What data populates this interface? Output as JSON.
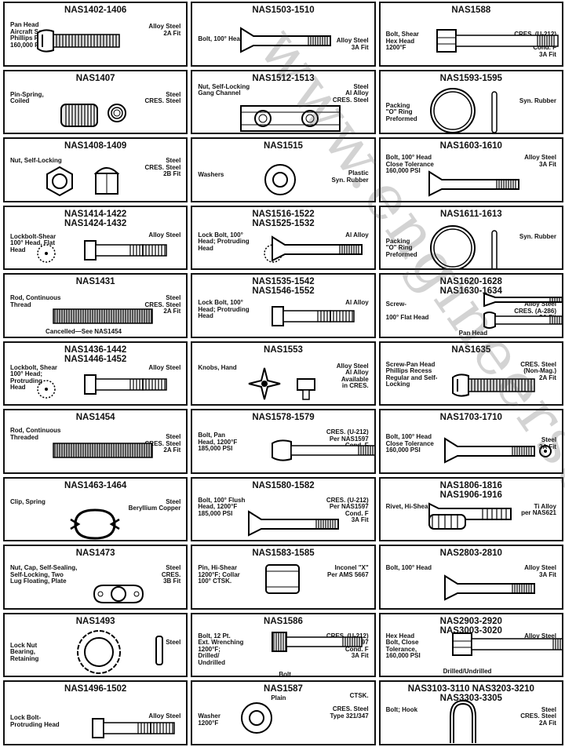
{
  "watermark": "www.engineersedge.com",
  "cells": [
    {
      "code": "NAS1402-1406",
      "desc": "Pan Head\nAircraft Screw\nPhillips Recess\n160,000 PSI",
      "mat": "Alloy Steel\n2A Fit",
      "notes": [],
      "icons": [
        "screw-icon"
      ]
    },
    {
      "code": "NAS1503-1510",
      "desc": "Bolt, 100° Head,",
      "mat": "Alloy Steel\n3A Fit",
      "notes": [],
      "icons": [
        "countersunk-bolt-icon"
      ]
    },
    {
      "code": "NAS1588",
      "desc": "Bolt, Shear\nHex Head\n1200°F",
      "mat": "CRES. (U-212)\nPer NAS1597\nCond. F\n3A Fit",
      "notes": [],
      "icons": [
        "hex-bolt-icon"
      ]
    },
    {
      "code": "NAS1407",
      "desc": "Pin-Spring,\nCoiled",
      "mat": "Steel\nCRES. Steel",
      "notes": [],
      "icons": [
        "coiled-pin-icon",
        "coil-end-icon"
      ]
    },
    {
      "code": "NAS1512-1513",
      "desc": "Nut, Self-Locking\nGang Channel",
      "mat": "Steel\nAl Alloy\nCRES. Steel",
      "notes": [],
      "icons": [
        "gang-channel-icon"
      ]
    },
    {
      "code": "NAS1593-1595",
      "desc": "Packing\n\"O\" Ring\nPreformed",
      "mat": "Syn. Rubber",
      "notes": [],
      "icons": [
        "o-ring-icon",
        "o-ring-edge-icon"
      ]
    },
    {
      "code": "NAS1408-1409",
      "desc": "Nut, Self-Locking",
      "mat": "Steel\nCRES. Steel\n2B Fit",
      "notes": [],
      "icons": [
        "hex-nut-icon",
        "cap-nut-icon"
      ]
    },
    {
      "code": "NAS1515",
      "desc": "Washers",
      "mat": "Plastic\nSyn. Rubber",
      "notes": [],
      "icons": [
        "washer-icon"
      ]
    },
    {
      "code": "NAS1603-1610",
      "desc": "Bolt, 100° Head\nClose Tolerance\n160,000 PSI",
      "mat": "Alloy Steel\n3A Fit",
      "notes": [],
      "icons": [
        "countersunk-bolt-icon"
      ]
    },
    {
      "code": "NAS1414-1422\nNAS1424-1432",
      "desc": "Lockbolt-Shear\n100° Head, Flat\nHead",
      "mat": "Alloy Steel",
      "notes": [],
      "icons": [
        "lockbolt-end-icon",
        "lockbolt-icon"
      ]
    },
    {
      "code": "NAS1516-1522\nNAS1525-1532",
      "desc": "Lock Bolt, 100°\nHead; Protruding\nHead",
      "mat": "Al Alloy",
      "notes": [],
      "icons": [
        "lockbolt-end-icon",
        "countersunk-bolt-icon"
      ]
    },
    {
      "code": "NAS1611-1613",
      "desc": "Packing\n\"O\" Ring\nPreformed",
      "mat": "Syn. Rubber",
      "notes": [],
      "icons": [
        "o-ring-icon",
        "o-ring-edge-icon"
      ]
    },
    {
      "code": "NAS1431",
      "desc": "Rod, Continuous\nThread",
      "mat": "Steel\nCRES. Steel\n2A Fit",
      "notes": [
        "Cancelled—See NAS1454"
      ],
      "icons": [
        "threaded-rod-icon"
      ]
    },
    {
      "code": "NAS1535-1542\nNAS1546-1552",
      "desc": "Lock Bolt, 100°\nHead; Protruding\nHead",
      "mat": "Al Alloy",
      "notes": [],
      "icons": [
        "lockbolt-icon"
      ]
    },
    {
      "code": "NAS1620-1628\nNAS1630-1634",
      "desc": "Screw-\n\n100° Flat Head",
      "mat": "Alloy Steel\nCRES. (A-286)\n3A Fit",
      "notes": [
        "Pan Head"
      ],
      "icons": [
        "countersunk-screw-icon",
        "pan-screw-icon"
      ]
    },
    {
      "code": "NAS1436-1442\nNAS1446-1452",
      "desc": "Lockbolt, Shear\n100° Head;\nProtruding\nHead",
      "mat": "Alloy Steel",
      "notes": [],
      "icons": [
        "lockbolt-end-icon",
        "lockbolt-icon"
      ]
    },
    {
      "code": "NAS1553",
      "desc": "Knobs, Hand",
      "mat": "Alloy Steel\nAl Alloy\nAvailable\nin CRES.",
      "notes": [],
      "icons": [
        "star-knob-icon",
        "wing-knob-icon"
      ]
    },
    {
      "code": "NAS1635",
      "desc": "Screw-Pan Head\nPhillips Recess\nRegular and Self-\nLocking",
      "mat": "CRES. Steel\n(Non-Mag.)\n2A Fit",
      "notes": [],
      "icons": [
        "screw-icon"
      ]
    },
    {
      "code": "NAS1454",
      "desc": "Rod, Continuous\nThreaded",
      "mat": "Steel\nCRES. Steel\n2A Fit",
      "notes": [],
      "icons": [
        "threaded-rod-icon"
      ]
    },
    {
      "code": "NAS1578-1579",
      "desc": "Bolt, Pan\nHead, 1200°F\n185,000 PSI",
      "mat": "CRES. (U-212)\nPer NAS1597\nCond. F\n3A Fit",
      "notes": [],
      "icons": [
        "pan-bolt-icon"
      ]
    },
    {
      "code": "NAS1703-1710",
      "desc": "Bolt, 100° Head\nClose Tolerance\n160,000 PSI",
      "mat": "Steel\n3A Fit",
      "notes": [],
      "icons": [
        "countersunk-bolt-icon",
        "bolt-end-icon"
      ]
    },
    {
      "code": "NAS1463-1464",
      "desc": "Clip, Spring",
      "mat": "Steel\nBeryllium Copper",
      "notes": [],
      "icons": [
        "spring-clip-icon"
      ]
    },
    {
      "code": "NAS1580-1582",
      "desc": "Bolt, 100° Flush\nHead, 1200°F\n185,000 PSI",
      "mat": "CRES. (U-212)\nPer NAS1597\nCond. F\n3A Fit",
      "notes": [],
      "icons": [
        "countersunk-bolt-icon"
      ]
    },
    {
      "code": "NAS1806-1816\nNAS1906-1916",
      "desc": "Rivet, Hi-Shear",
      "mat": "Ti Alloy\nper NAS621",
      "notes": [],
      "icons": [
        "rivet-icon",
        "collar-icon"
      ]
    },
    {
      "code": "NAS1473",
      "desc": "Nut, Cap, Self-Sealing,\nSelf-Locking, Two\nLug Floating, Plate",
      "mat": "Steel\nCRES.\n3B Fit",
      "notes": [],
      "icons": [
        "plate-nut-icon"
      ]
    },
    {
      "code": "NAS1583-1585",
      "desc": "Pin, Hi-Shear\n1200°F; Collar\n100° CTSK.",
      "mat": "Inconel \"X\"\nPer AMS 5667",
      "notes": [],
      "icons": [
        "hi-shear-collar-icon"
      ]
    },
    {
      "code": "NAS2803-2810",
      "desc": "Bolt, 100° Head",
      "mat": "Alloy Steel\n3A Fit",
      "notes": [],
      "icons": [
        "countersunk-bolt-icon"
      ]
    },
    {
      "code": "NAS1493",
      "desc": "Lock Nut\nBearing,\nRetaining",
      "mat": "Steel",
      "notes": [],
      "icons": [
        "lock-nut-icon",
        "lock-nut-edge-icon"
      ]
    },
    {
      "code": "NAS1586",
      "desc": "Bolt, 12 Pt.\nExt. Wrenching\n1200°F;\nDrilled/\nUndrilled",
      "mat": "CRES. (U-212)\nPer NAS1597\nCond. F\n3A Fit",
      "notes": [
        "Bolt"
      ],
      "icons": [
        "twelve-point-bolt-icon"
      ]
    },
    {
      "code": "NAS2903-2920\nNAS3003-3020",
      "desc": "Hex Head\nBolt, Close\nTolerance,\n160,000 PSI",
      "mat": "Alloy Steel\n3A Fit",
      "notes": [
        "Drilled/Undrilled"
      ],
      "icons": [
        "hex-bolt-icon"
      ]
    },
    {
      "code": "NAS1496-1502",
      "desc": "Lock Bolt-\nProtruding Head",
      "mat": "Alloy Steel",
      "notes": [],
      "icons": [
        "lockbolt-icon"
      ]
    },
    {
      "code": "NAS1587",
      "desc": "Washer\n1200°F",
      "mat": "CTSK.\n\nCRES. Steel\nType 321/347",
      "notes": [
        "Plain"
      ],
      "icons": [
        "washer-icon"
      ]
    },
    {
      "code": "NAS3103-3110    NAS3203-3210\nNAS3303-3305",
      "desc": "\n\n\nBolt; Hook",
      "mat": "\n\n\nSteel\nCRES. Steel\n2A Fit",
      "notes": [],
      "icons": [
        "hook-bolt-icon"
      ]
    }
  ]
}
